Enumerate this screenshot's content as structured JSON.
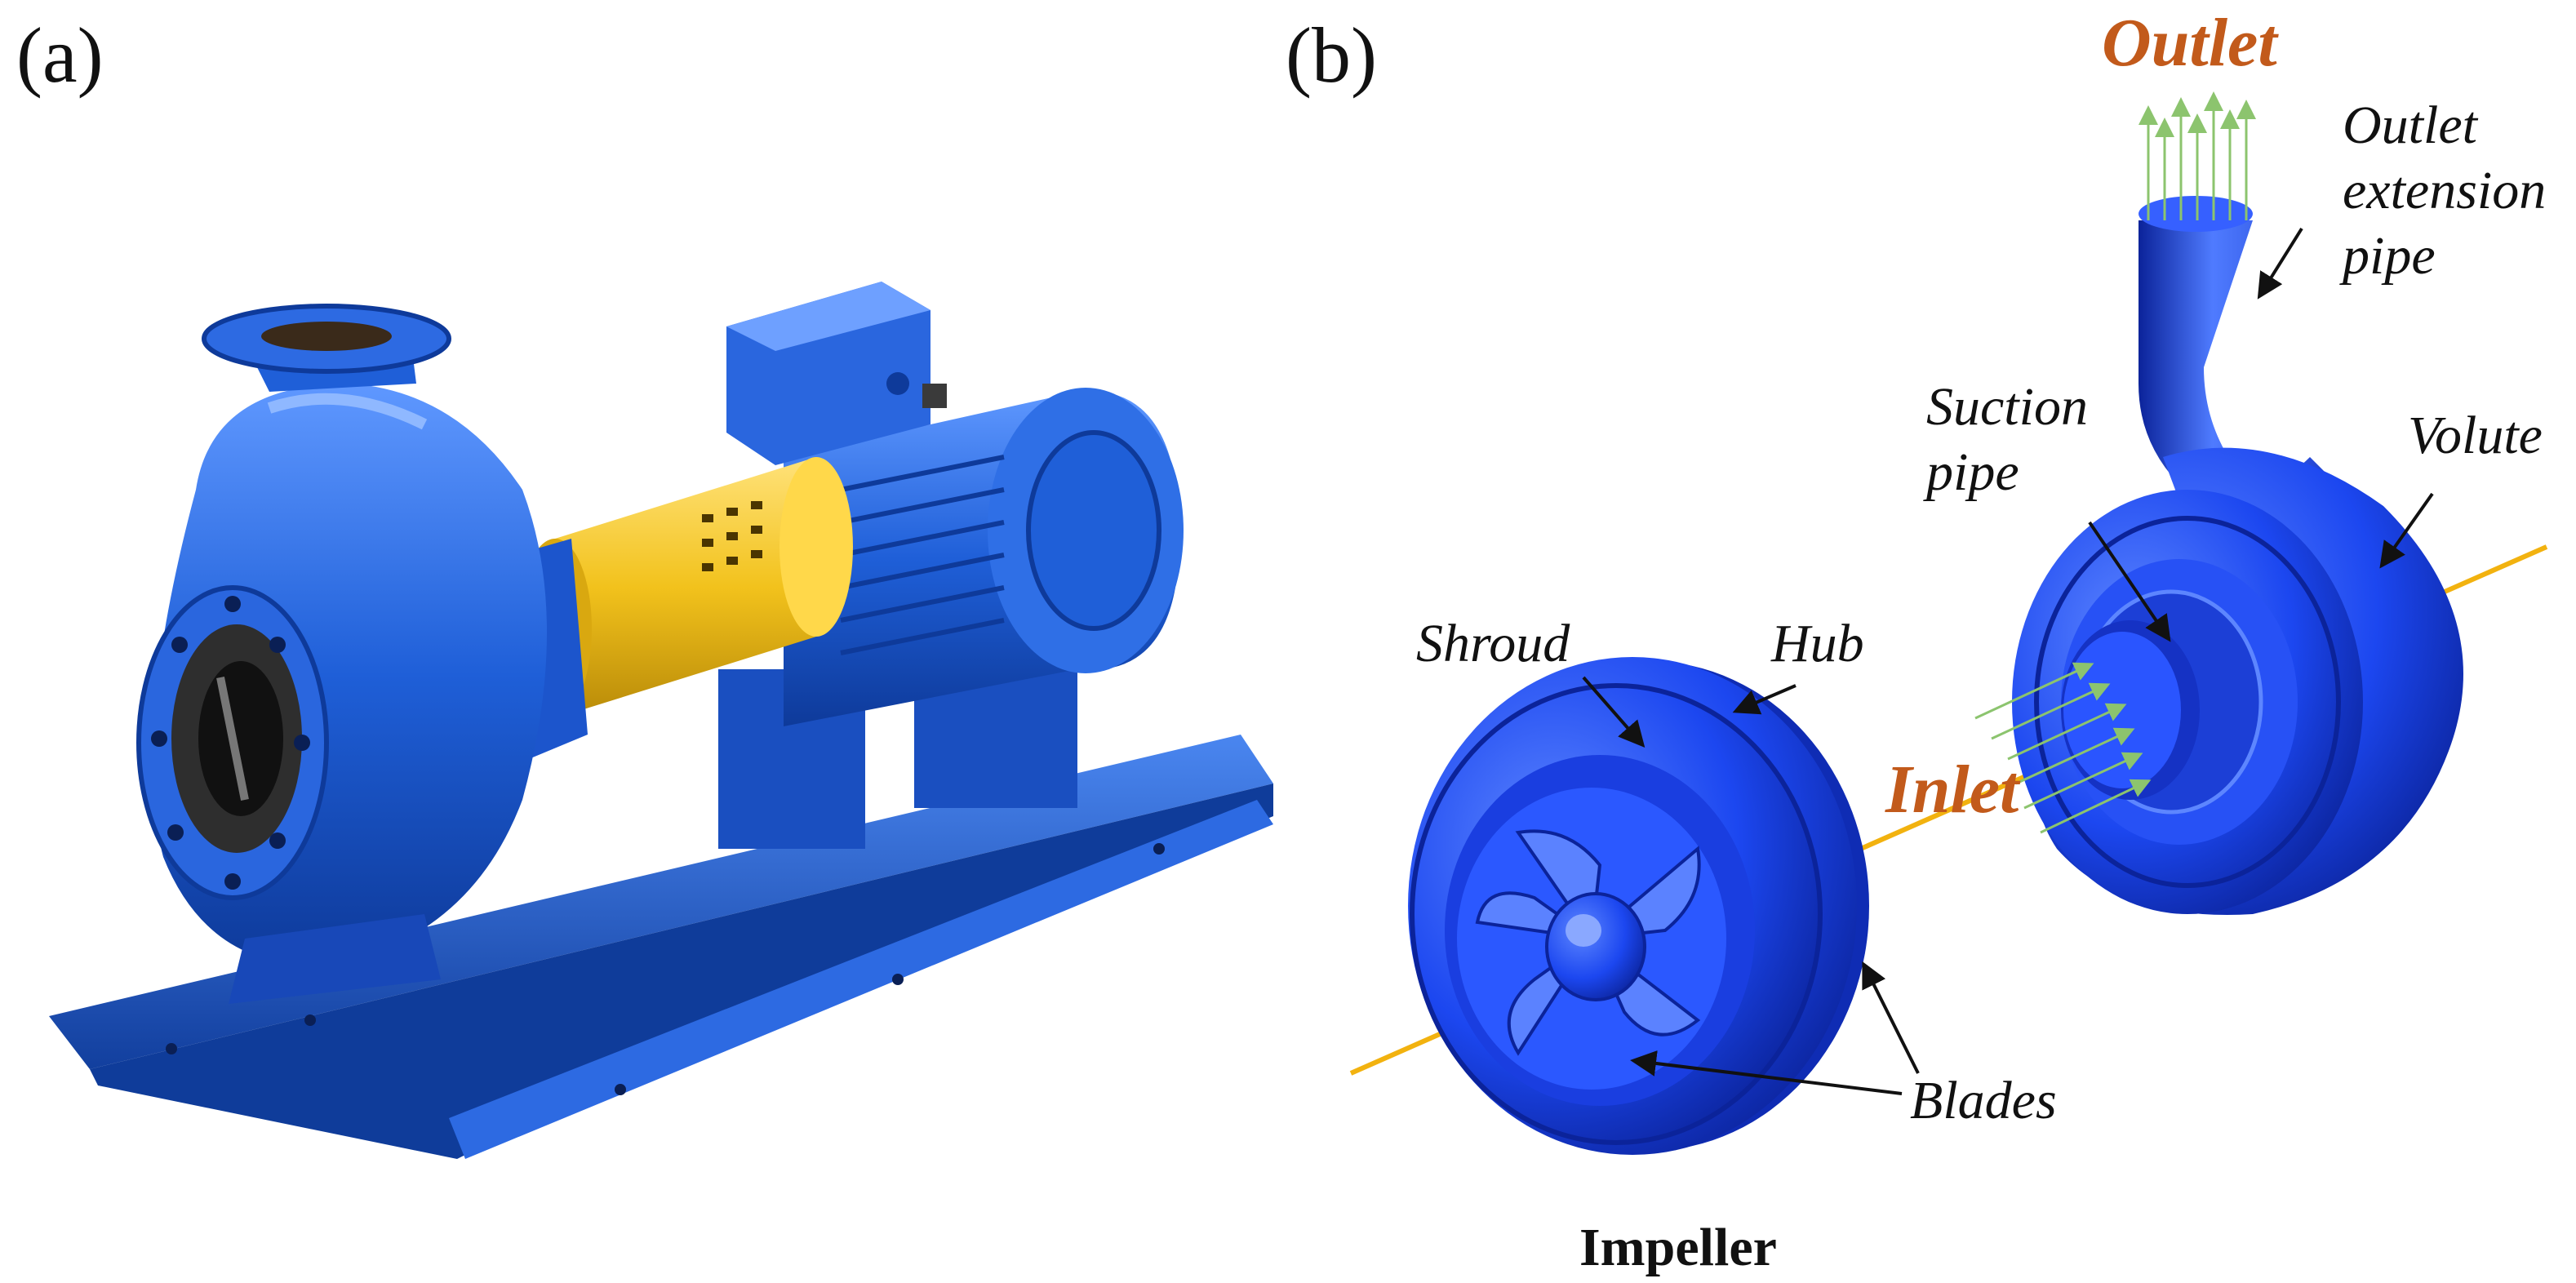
{
  "panels": {
    "a": {
      "label": "(a)"
    },
    "b": {
      "label": "(b)"
    }
  },
  "callouts": {
    "outlet_extension_pipe": [
      "Outlet",
      "extension",
      "pipe"
    ],
    "suction_pipe": [
      "Suction",
      "pipe"
    ],
    "volute": "Volute",
    "shroud": "Shroud",
    "hub": "Hub",
    "blades": "Blades"
  },
  "flow": {
    "outlet": "Outlet",
    "inlet": "Inlet"
  },
  "caption": {
    "impeller": "Impeller"
  },
  "colors": {
    "pump_blue": "#1f5fd8",
    "pump_blue_dark": "#0e3a9a",
    "pump_blue_light": "#5f98ff",
    "coupling_guard_yellow": "#f2c21c",
    "cad_blue": "#1c47f0",
    "cad_blue_dark": "#0b239a",
    "cad_blue_light": "#5d86ff",
    "flow_arrow_green": "#8cc46e",
    "axis_line": "#f2b20f",
    "flow_label": "#c25a1b"
  }
}
